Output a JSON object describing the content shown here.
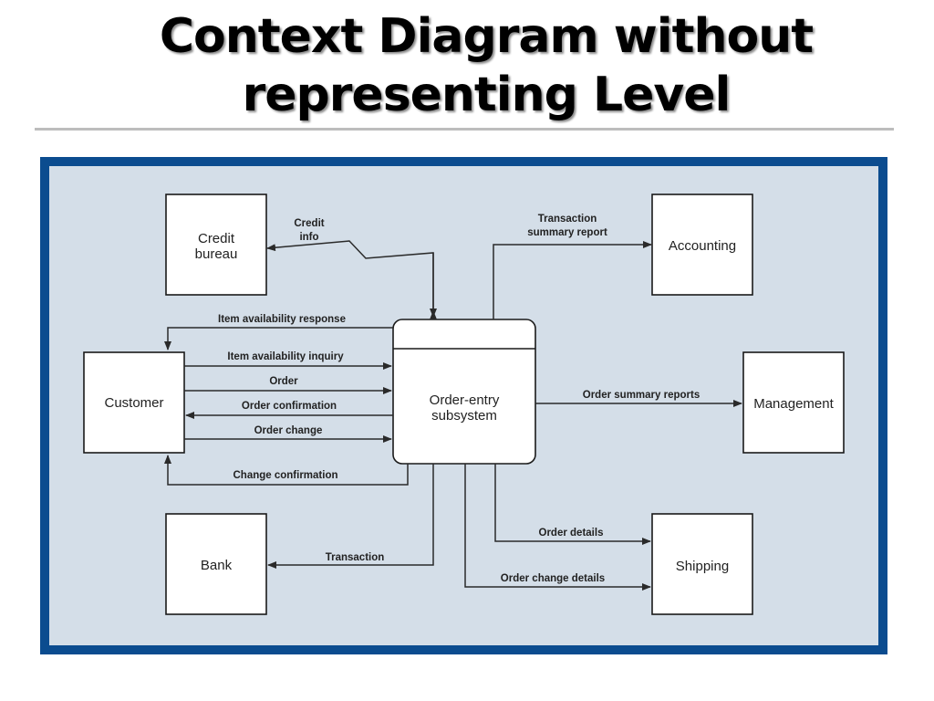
{
  "slide": {
    "title_line1": "Context Diagram without",
    "title_line2": "representing Level"
  },
  "colors": {
    "frame": "#0b4c8f",
    "canvas": "#d4dee8",
    "box_fill": "#ffffff",
    "line": "#2a2a2a"
  },
  "entities": {
    "credit_bureau": [
      "Credit",
      "bureau"
    ],
    "accounting": "Accounting",
    "customer": "Customer",
    "management": "Management",
    "bank": "Bank",
    "shipping": "Shipping"
  },
  "process": {
    "name": [
      "Order-entry",
      "subsystem"
    ]
  },
  "flows": {
    "credit_info": [
      "Credit",
      "info"
    ],
    "transaction_summary": [
      "Transaction",
      "summary report"
    ],
    "item_availability_response": "Item availability response",
    "item_availability_inquiry": "Item availability inquiry",
    "order": "Order",
    "order_confirmation": "Order confirmation",
    "order_change": "Order change",
    "change_confirmation": "Change confirmation",
    "order_summary_reports": "Order summary reports",
    "order_details": "Order details",
    "order_change_details": "Order change details",
    "transaction": "Transaction"
  }
}
